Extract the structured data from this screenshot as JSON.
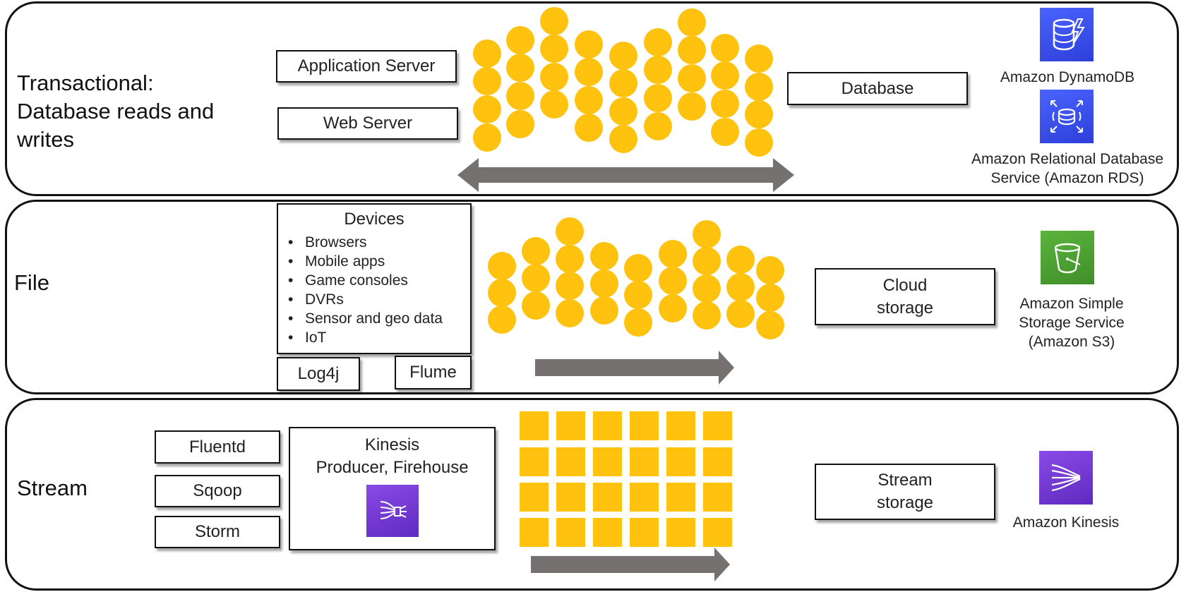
{
  "rows": {
    "transactional": {
      "label_lines": [
        "Transactional:",
        "Database reads and",
        "writes"
      ],
      "sources": [
        "Application Server",
        "Web Server"
      ],
      "destination": "Database",
      "services": [
        {
          "name": "Amazon DynamoDB",
          "icon": "dynamodb-icon"
        },
        {
          "name_lines": [
            "Amazon Relational Database",
            "Service (Amazon RDS)"
          ],
          "icon": "rds-icon"
        }
      ]
    },
    "file": {
      "label": "File",
      "devices_title": "Devices",
      "devices": [
        "Browsers",
        "Mobile apps",
        "Game consoles",
        "DVRs",
        "Sensor and geo data",
        "IoT"
      ],
      "collectors": [
        "Log4j",
        "Flume"
      ],
      "destination_lines": [
        "Cloud",
        "storage"
      ],
      "service_lines": [
        "Amazon Simple",
        "Storage Service",
        "(Amazon S3)"
      ],
      "service_icon": "s3-bucket-icon"
    },
    "stream": {
      "label": "Stream",
      "tools": [
        "Fluentd",
        "Sqoop",
        "Storm"
      ],
      "producer_lines": [
        "Kinesis",
        "Producer, Firehouse"
      ],
      "producer_icon": "kinesis-firehose-icon",
      "destination_lines": [
        "Stream",
        "storage"
      ],
      "service": "Amazon Kinesis",
      "service_icon": "kinesis-icon"
    }
  },
  "colors": {
    "data_yellow": "#FFC20E",
    "arrow_gray": "#767171",
    "dynamodb_blue": "#3B48CC",
    "s3_green": "#3F8624",
    "kinesis_purple": "#7B3FE4"
  }
}
